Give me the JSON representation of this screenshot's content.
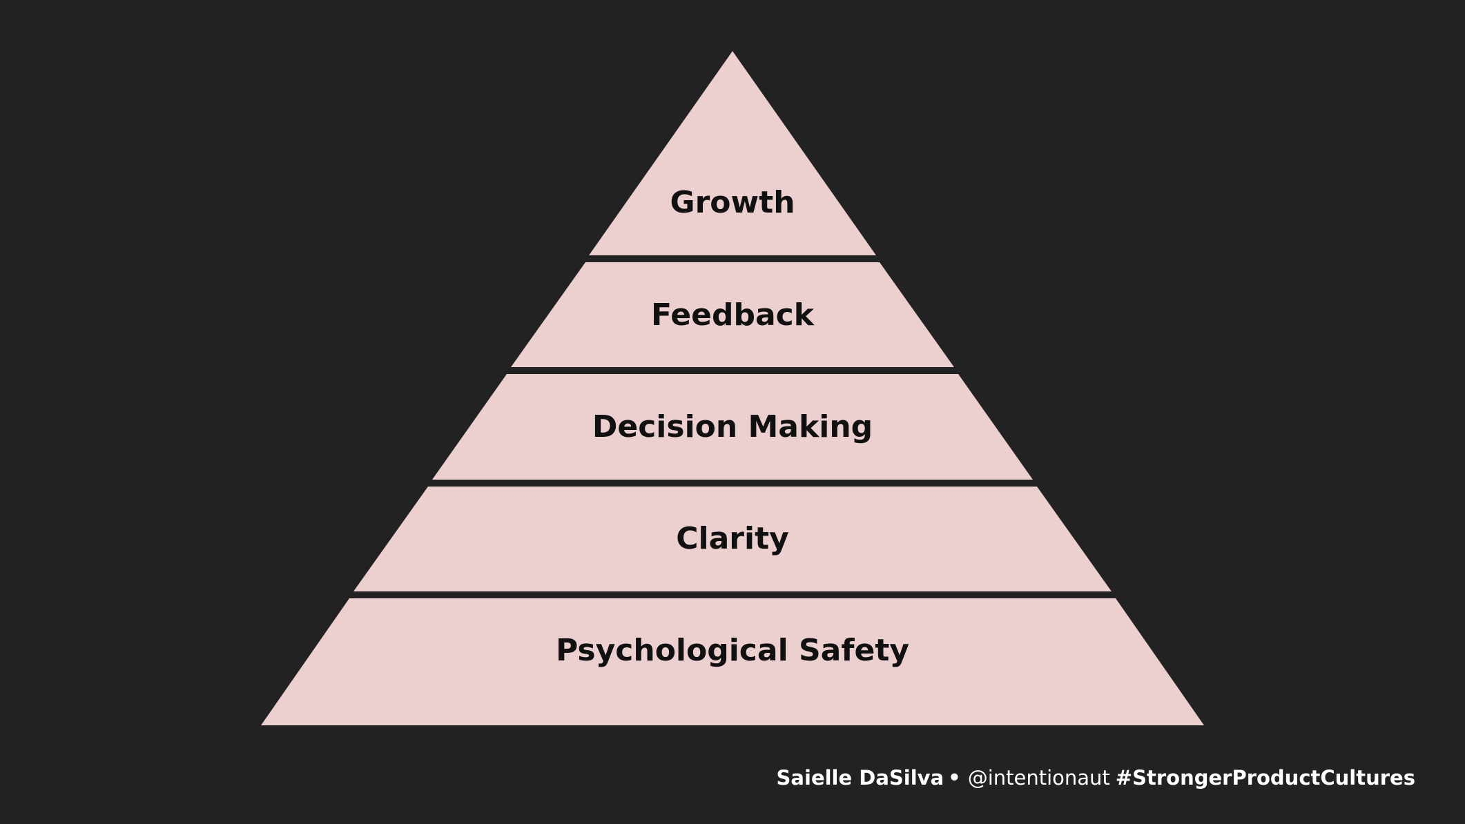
{
  "pyramid": {
    "levels": [
      "Growth",
      "Feedback",
      "Decision Making",
      "Clarity",
      "Psychological Safety"
    ]
  },
  "footer": {
    "author": "Saielle DaSilva",
    "separator": "•",
    "handle": "@intentionaut",
    "hashtag": "#StrongerProductCultures"
  },
  "colors": {
    "background": "#222222",
    "tier_fill": "#ecd0cf",
    "tier_text": "#111111",
    "footer_text": "#ffffff"
  }
}
